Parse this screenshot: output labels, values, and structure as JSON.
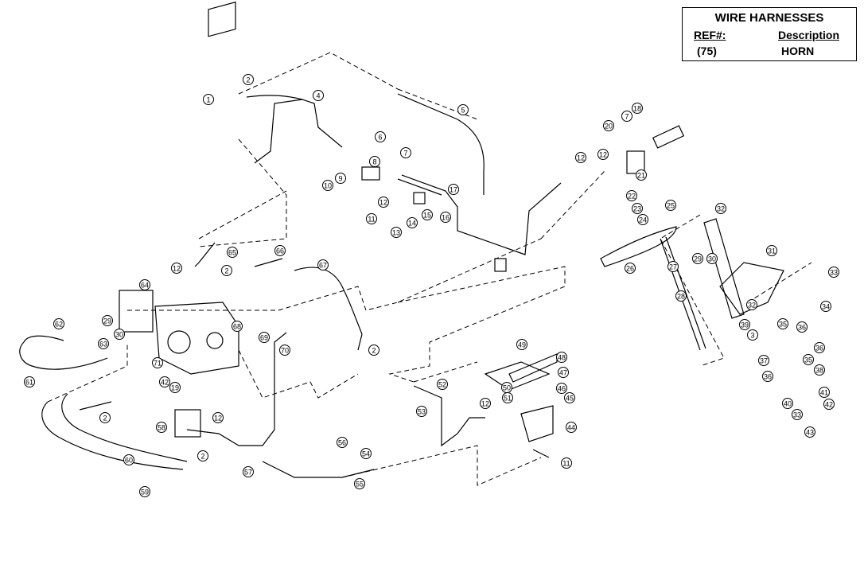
{
  "legend": {
    "title": "WIRE HARNESSES",
    "col_ref": "REF#:",
    "col_desc": "Description",
    "rows": [
      {
        "ref": "(75)",
        "desc": "HORN"
      }
    ]
  },
  "callouts": [
    "1",
    "2",
    "4",
    "5",
    "6",
    "7",
    "8",
    "9",
    "10",
    "11",
    "12",
    "13",
    "14",
    "15",
    "16",
    "17",
    "20",
    "7",
    "18",
    "12",
    "12",
    "21",
    "22",
    "23",
    "24",
    "25",
    "32",
    "26",
    "27",
    "28",
    "29",
    "30",
    "31",
    "33",
    "34",
    "32",
    "39",
    "3",
    "35",
    "36",
    "37",
    "36",
    "35",
    "36",
    "40",
    "38",
    "41",
    "33",
    "42",
    "43",
    "65",
    "12",
    "66",
    "67",
    "2",
    "64",
    "62",
    "29",
    "30",
    "63",
    "68",
    "61",
    "69",
    "70",
    "2",
    "71",
    "42",
    "19",
    "2",
    "12",
    "58",
    "2",
    "56",
    "57",
    "54",
    "55",
    "60",
    "59",
    "53",
    "52",
    "12",
    "49",
    "48",
    "47",
    "50",
    "51",
    "46",
    "45",
    "44",
    "11"
  ]
}
